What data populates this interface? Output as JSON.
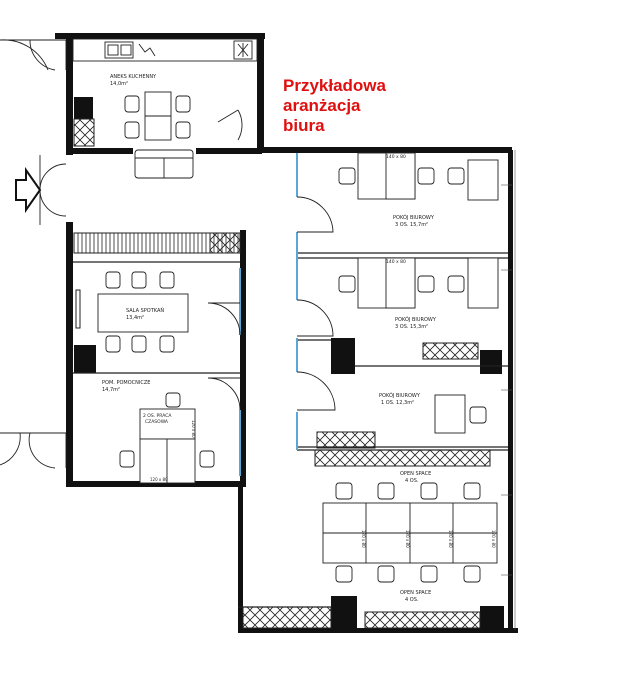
{
  "title": {
    "line1": "Przykładowa",
    "line2": "aranżacja",
    "line3": "biura"
  },
  "rooms": {
    "kitchen": {
      "name": "ANEKS KUCHENNY",
      "area": "14,0m²"
    },
    "meeting": {
      "name": "SALA SPOTKAŃ",
      "area": "13,4m²"
    },
    "auxiliary": {
      "name": "POM. POMOCNICZE",
      "area": "14,7m²",
      "note_line1": "2 OS. PRACA",
      "note_line2": "CZASOWA"
    },
    "office_1": {
      "name": "POKÓJ BIUROWY",
      "area": "3 OS. 15,7m²"
    },
    "office_2": {
      "name": "POKÓJ BIUROWY",
      "area": "3 OS. 15,3m²"
    },
    "office_3": {
      "name": "POKÓJ BIUROWY",
      "area": "1 OS. 12,3m²"
    },
    "open_space_1": {
      "name": "OPEN SPACE",
      "count": "4 OS."
    },
    "open_space_2": {
      "name": "OPEN SPACE",
      "count": "4 OS."
    }
  },
  "dimension_labels": {
    "desk_140x80": "140 x 80",
    "desk_120x80": "120 x 80"
  },
  "colors": {
    "title": "#e01010",
    "wall": "#111111",
    "glass": "#5aa7d6"
  }
}
